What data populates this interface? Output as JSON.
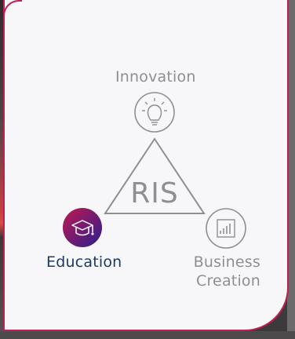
{
  "diagram": {
    "center": "RIS",
    "innovation": {
      "label": "Innovation",
      "icon": "lightbulb-icon"
    },
    "education": {
      "label": "Education",
      "icon": "graduation-cap-icon"
    },
    "business": {
      "line1": "Business",
      "line2": "Creation",
      "icon": "bar-chart-icon"
    }
  },
  "colors": {
    "border": "#c01f4f",
    "muted": "#8f8f8f",
    "education_text": "#1d3a63",
    "gradient_start": "#c0184f",
    "gradient_end": "#2a1f8f"
  }
}
